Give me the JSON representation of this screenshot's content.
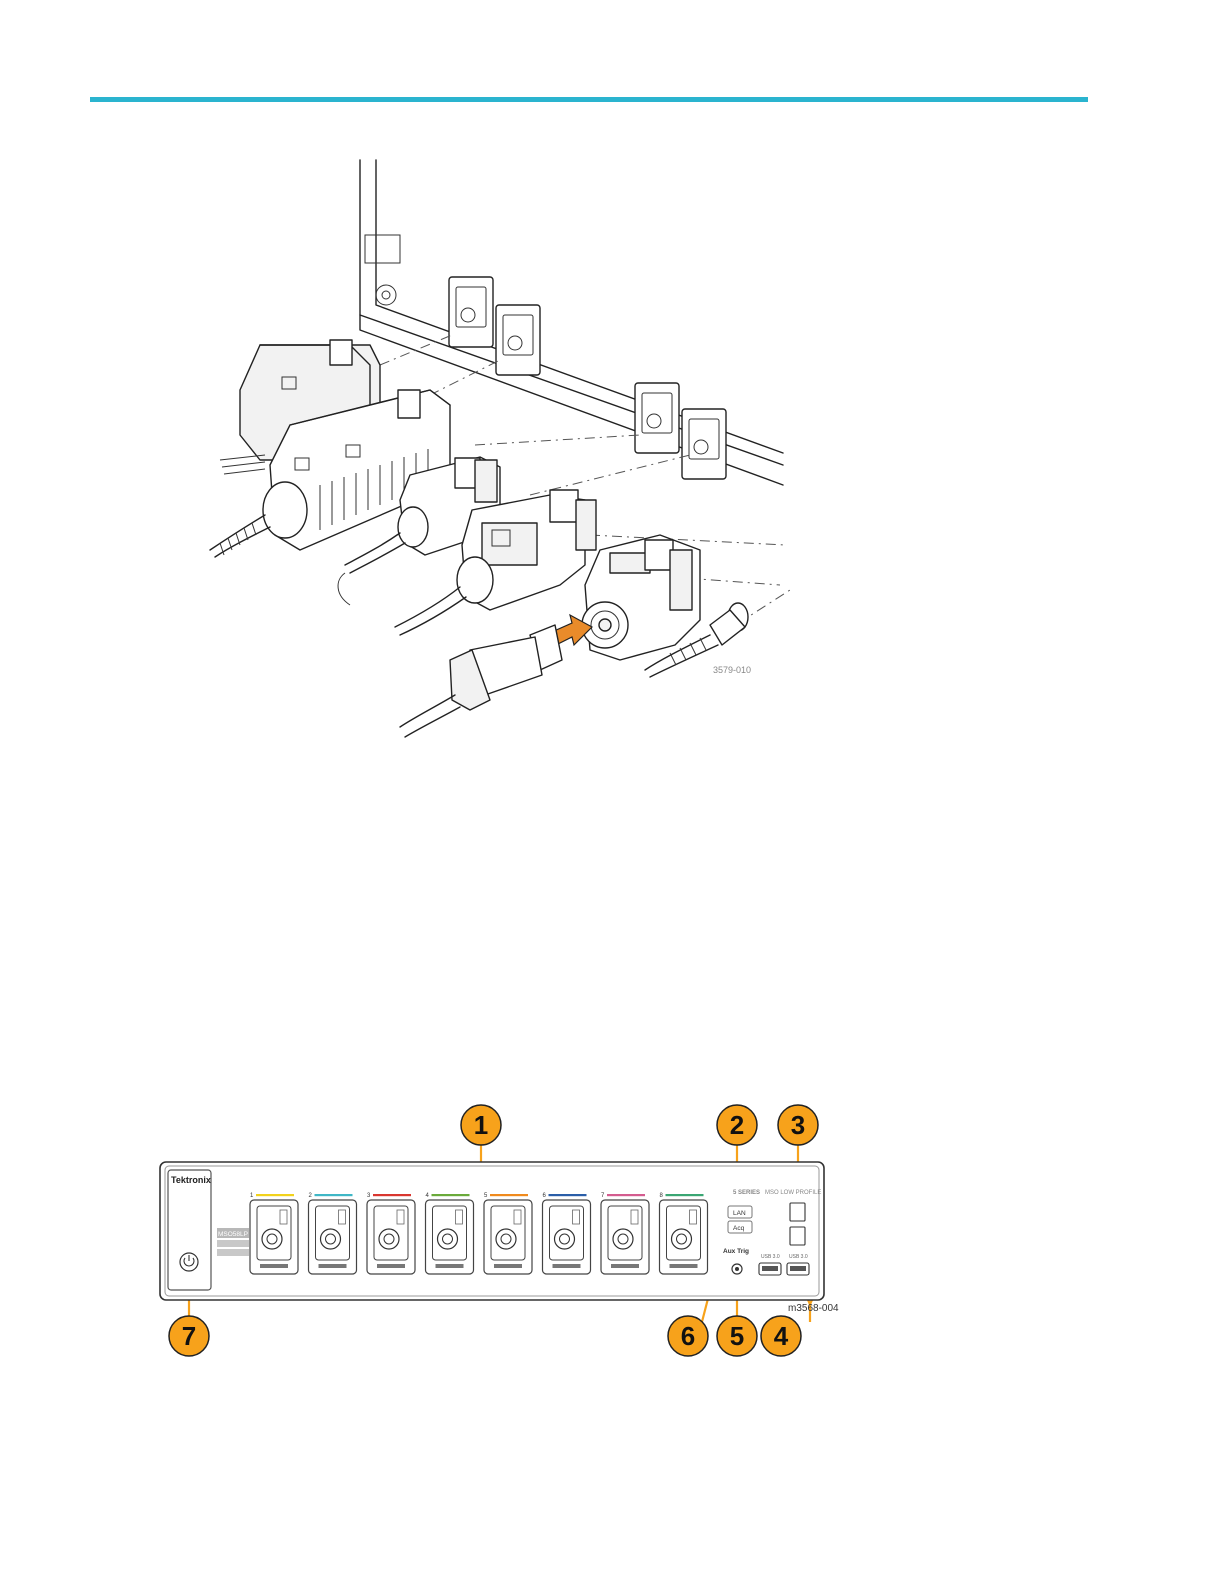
{
  "figure1": {
    "figure_id": "3579-010"
  },
  "figure2": {
    "brand": "Tektronix",
    "series_label": "5 SERIES",
    "model_label": "MSO LOW PROFILE",
    "model_badge": "MSO58LP",
    "channels": [
      "1",
      "2",
      "3",
      "4",
      "5",
      "6",
      "7",
      "8"
    ],
    "channel_colors": [
      "#f2d21b",
      "#3fb7c6",
      "#d9362f",
      "#6aaa3a",
      "#f08a1c",
      "#2a5ea8",
      "#d45c8f",
      "#3aa673"
    ],
    "port_labels": {
      "lan": "LAN",
      "acq": "Acq",
      "aux_trig": "Aux Trig",
      "usb_left": "USB 3.0",
      "usb_right": "USB 3.0"
    },
    "figure_id": "m3568-004",
    "callouts": [
      "1",
      "2",
      "3",
      "4",
      "5",
      "6",
      "7"
    ],
    "callout_color": "#f7a21b"
  }
}
